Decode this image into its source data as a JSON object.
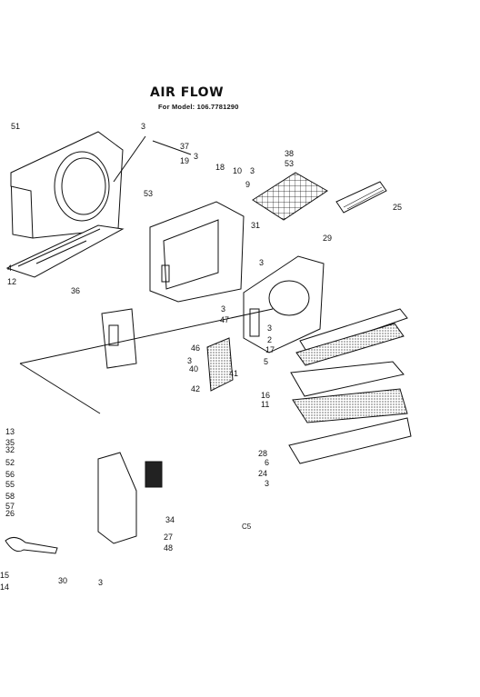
{
  "title": "AIR FLOW",
  "subtitle": "For Model: 106.7781290",
  "diagram_code": "C5",
  "part_labels": [
    "51",
    "3",
    "37",
    "3",
    "19",
    "18",
    "10",
    "3",
    "9",
    "53",
    "38",
    "53",
    "25",
    "29",
    "31",
    "3",
    "4",
    "12",
    "36",
    "3",
    "47",
    "3",
    "46",
    "40",
    "42",
    "41",
    "3",
    "2",
    "17",
    "5",
    "16",
    "11",
    "13",
    "35",
    "32",
    "52",
    "56",
    "55",
    "58",
    "57",
    "26",
    "28",
    "6",
    "24",
    "3",
    "34",
    "27",
    "48",
    "15",
    "14",
    "30",
    "3"
  ]
}
